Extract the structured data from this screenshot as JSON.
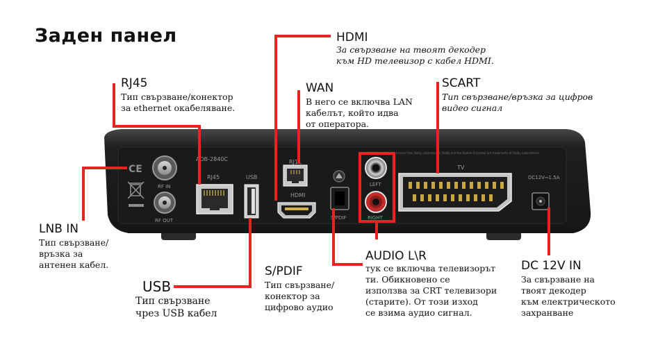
{
  "title": "Заден панел",
  "colors": {
    "callout": "#e1271f",
    "device": "#1c1c1e",
    "bezel": "#2a2a2d"
  },
  "device_text": {
    "model": "ADB-2840C",
    "rf_in": "RF IN",
    "rf_out": "RF OUT",
    "rj45": "RJ45",
    "usb": "USB",
    "rj11": "RJ11",
    "hdmi": "HDMI",
    "spdif": "S/PDIF",
    "left": "LEFT",
    "right": "RIGHT",
    "tv": "TV",
    "dc": "DC12V⎓1.5A",
    "ce": "CE",
    "fineprint": "Manufactured under license from Dolby Laboratories. Dolby and the double-D symbol are trademarks of Dolby Laboratories."
  },
  "callouts": {
    "hdmi": {
      "title": "HDMI",
      "desc": [
        "За свързване на твоят декодер",
        "към HD телевизор с кабел HDMI."
      ]
    },
    "rj45": {
      "title": "RJ45",
      "desc": [
        "Тип свързване/конектор",
        "за ethernet окабеляване."
      ]
    },
    "wan": {
      "title": "WAN",
      "desc": [
        "В него се включва LAN",
        "кабелът, който идва",
        "от оператора."
      ]
    },
    "scart": {
      "title": "SCART",
      "desc": [
        "Тип свързване/връзка за цифров",
        "видео сигнал"
      ]
    },
    "lnb": {
      "title": "LNB IN",
      "desc": [
        "Тип свързване/",
        "връзка за",
        "антенен кабел."
      ]
    },
    "audio": {
      "title": "AUDIO L\\R",
      "desc": [
        "тук се включва телевизорът",
        "ти. Обикновено се",
        "използва за CRT телевизори",
        "(старите). От този изход",
        "се взима аудио сигнал."
      ]
    },
    "dc": {
      "title": "DC 12V IN",
      "desc": [
        "За свързване на",
        "твоят декодер",
        "към електрическото",
        "захранване"
      ]
    },
    "spdif": {
      "title": "S/PDIF",
      "desc": [
        "Тип свързване/",
        "конектор за",
        "цифрово аудио"
      ]
    },
    "usb": {
      "title": "USB",
      "desc": [
        "Тип свързване",
        "чрез USB кабел"
      ]
    }
  }
}
